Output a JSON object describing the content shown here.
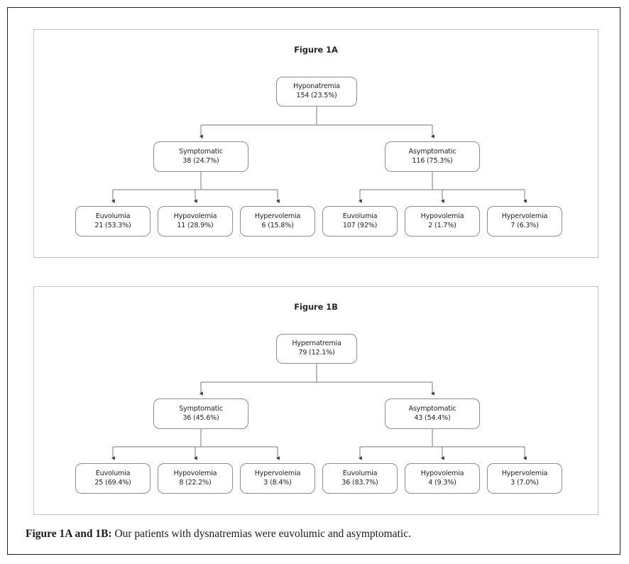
{
  "page": {
    "caption_label": "Figure 1A and 1B:",
    "caption_text": " Our patients with dysnatremias were euvolumic and asymptomatic."
  },
  "colors": {
    "page_border": "#231f20",
    "panel_border": "#b9c3c9",
    "node_border": "#8d8d8d",
    "connector": "#7a7a7a",
    "text": "#1f1f1f"
  },
  "figures": [
    {
      "id": "figure-1a",
      "title": "Figure 1A",
      "root": {
        "label": "Hyponatremia",
        "value": "154 (23.5%)"
      },
      "branches": [
        {
          "label": "Symptomatic",
          "value": "38 (24.7%)",
          "children": [
            {
              "label": "Euvolumia",
              "value": "21 (53.3%)"
            },
            {
              "label": "Hypovolemia",
              "value": "11 (28.9%)"
            },
            {
              "label": "Hypervolemia",
              "value": "6 (15.8%)"
            }
          ]
        },
        {
          "label": "Asymptomatic",
          "value": "116 (75.3%)",
          "children": [
            {
              "label": "Euvolumia",
              "value": "107 (92%)"
            },
            {
              "label": "Hypovolemia",
              "value": "2 (1.7%)"
            },
            {
              "label": "Hypervolemia",
              "value": "7 (6.3%)"
            }
          ]
        }
      ]
    },
    {
      "id": "figure-1b",
      "title": "Figure 1B",
      "root": {
        "label": "Hypernatremia",
        "value": "79 (12.1%)"
      },
      "branches": [
        {
          "label": "Symptomatic",
          "value": "36 (45.6%)",
          "children": [
            {
              "label": "Euvolumia",
              "value": "25 (69.4%)"
            },
            {
              "label": "Hypovolemia",
              "value": "8 (22.2%)"
            },
            {
              "label": "Hypervolemia",
              "value": "3 (8.4%)"
            }
          ]
        },
        {
          "label": "Asymptomatic",
          "value": "43 (54.4%)",
          "children": [
            {
              "label": "Euvolumia",
              "value": "36 (83.7%)"
            },
            {
              "label": "Hypovolemia",
              "value": "4 (9.3%)"
            },
            {
              "label": "Hypervolemia",
              "value": "3 (7.0%)"
            }
          ]
        }
      ]
    }
  ]
}
